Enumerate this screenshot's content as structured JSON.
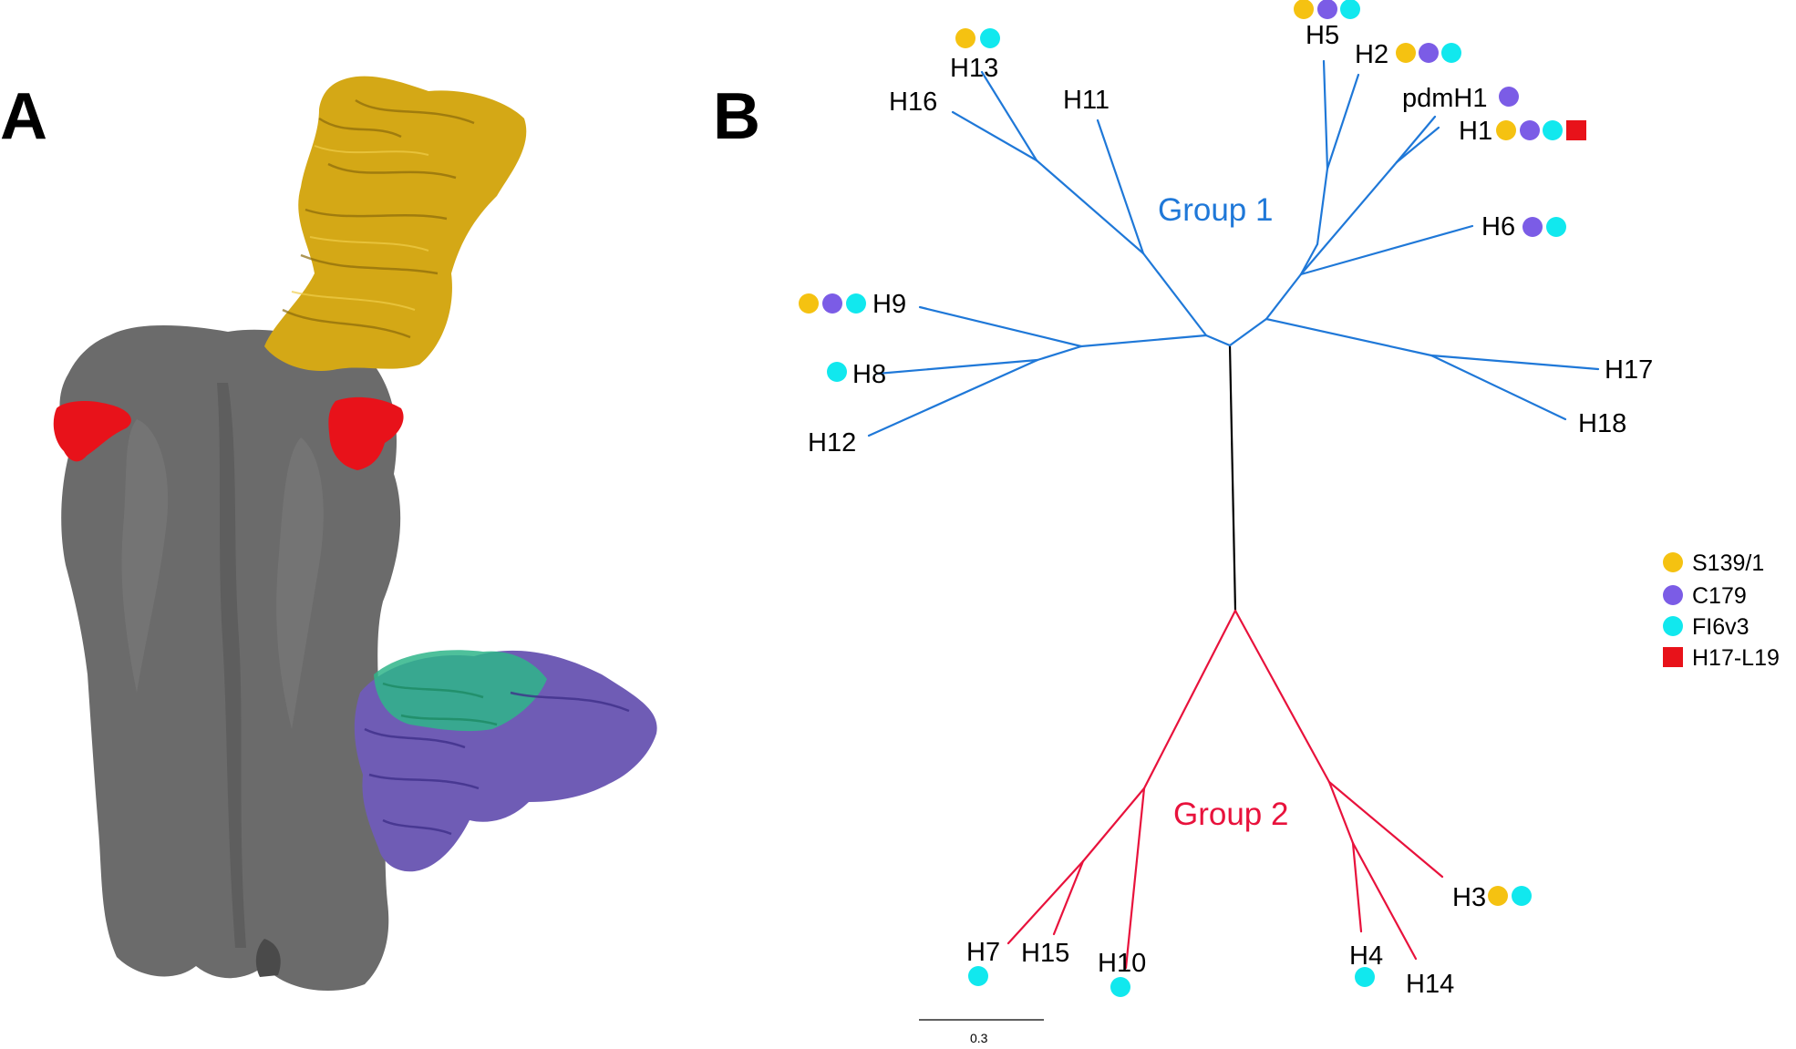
{
  "panels": {
    "a": "A",
    "b": "B"
  },
  "colors": {
    "group1_branch": "#1f78d8",
    "group2_branch": "#e8123c",
    "S139_1": "#f5c211",
    "C179": "#7b5ce6",
    "FI6v3": "#11e8ee",
    "H17_L19": "#e8121a",
    "protein_surface": "#6b6b6b",
    "epitope": "#e8121a",
    "antibody_gold": "#d4a816",
    "antibody_purple": "#6f5cb5",
    "antibody_teal": "#2fb58a"
  },
  "tree": {
    "group1_label": "Group 1",
    "group2_label": "Group 2",
    "leaves": {
      "H13": "H13",
      "H16": "H16",
      "H11": "H11",
      "H5": "H5",
      "H2": "H2",
      "pdmH1": "pdmH1",
      "H1": "H1",
      "H6": "H6",
      "H9": "H9",
      "H8": "H8",
      "H12": "H12",
      "H17": "H17",
      "H18": "H18",
      "H7": "H7",
      "H15": "H15",
      "H10": "H10",
      "H4": "H4",
      "H14": "H14",
      "H3": "H3"
    },
    "scale_bar": "0.3"
  },
  "legend": [
    {
      "label": "S139/1",
      "marker": "circle",
      "color": "#f5c211"
    },
    {
      "label": "C179",
      "marker": "circle",
      "color": "#7b5ce6"
    },
    {
      "label": "FI6v3",
      "marker": "circle",
      "color": "#11e8ee"
    },
    {
      "label": "H17-L19",
      "marker": "square",
      "color": "#e8121a"
    }
  ]
}
